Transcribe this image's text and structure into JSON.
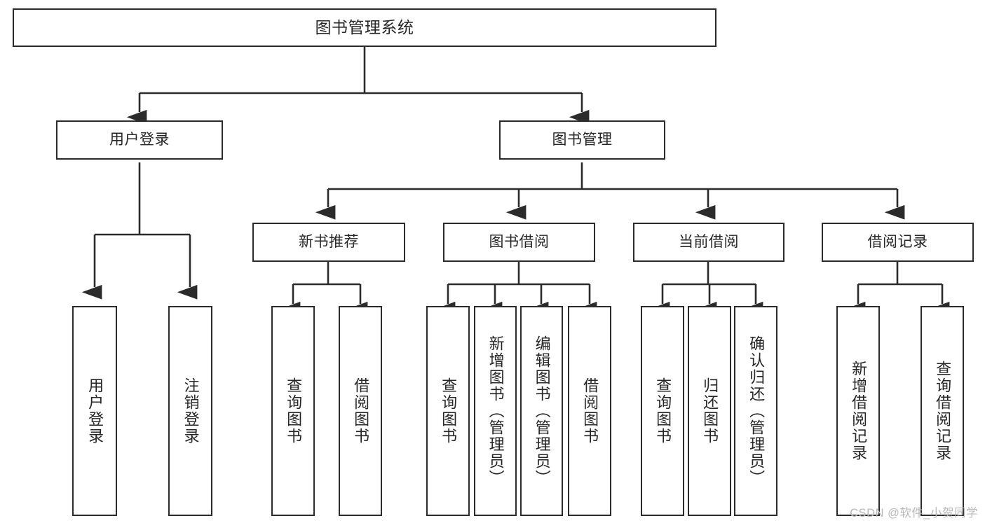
{
  "diagram": {
    "title": "图书管理系统",
    "watermark": "CSDN @软件_小贺同学",
    "colors": {
      "box_border": "#2b2b2b",
      "box_fill": "#ffffff",
      "text": "#262626",
      "connector": "#2b2b2b",
      "watermark": "#b9b9b9",
      "background": "#ffffff"
    },
    "root": {
      "label": "图书管理系统"
    },
    "level2": [
      {
        "id": "user-login",
        "label": "用户登录"
      },
      {
        "id": "book-management",
        "label": "图书管理"
      }
    ],
    "level3": [
      {
        "id": "new-book-recommend",
        "label": "新书推荐"
      },
      {
        "id": "book-borrow",
        "label": "图书借阅"
      },
      {
        "id": "current-borrow",
        "label": "当前借阅"
      },
      {
        "id": "borrow-record",
        "label": "借阅记录"
      }
    ],
    "leaves": {
      "user_login": [
        {
          "id": "leaf-user-login",
          "label": "用户登录"
        },
        {
          "id": "leaf-logout-login",
          "label": "注销登录"
        }
      ],
      "new_book_recommend": [
        {
          "id": "leaf-query-book-1",
          "label": "查询图书"
        },
        {
          "id": "leaf-borrow-book-1",
          "label": "借阅图书"
        }
      ],
      "book_borrow": [
        {
          "id": "leaf-query-book-2",
          "label": "查询图书"
        },
        {
          "id": "leaf-add-book",
          "label": "新增图书（管理员）"
        },
        {
          "id": "leaf-edit-book",
          "label": "编辑图书（管理员）"
        },
        {
          "id": "leaf-borrow-book-2",
          "label": "借阅图书"
        }
      ],
      "current_borrow": [
        {
          "id": "leaf-query-book-3",
          "label": "查询图书"
        },
        {
          "id": "leaf-return-book",
          "label": "归还图书"
        },
        {
          "id": "leaf-confirm-return",
          "label": "确认归还（管理员）"
        }
      ],
      "borrow_record": [
        {
          "id": "leaf-add-record",
          "label": "新增借阅记录"
        },
        {
          "id": "leaf-query-record",
          "label": "查询借阅记录"
        }
      ]
    }
  }
}
